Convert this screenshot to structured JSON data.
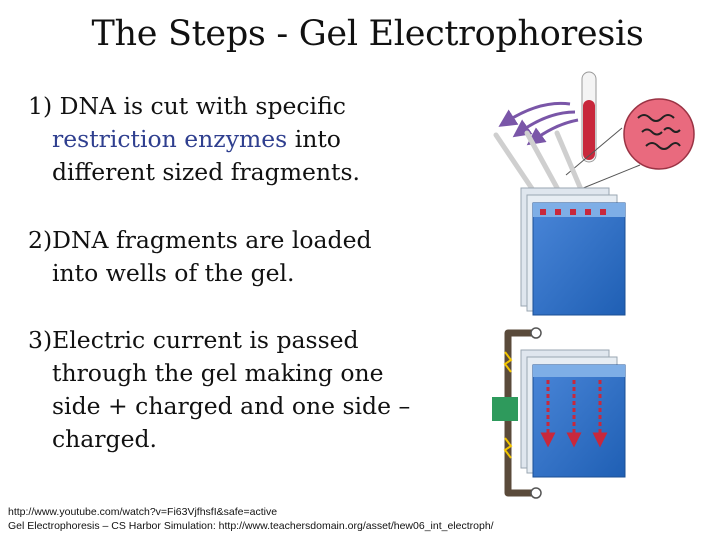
{
  "title": "The Steps - Gel Electrophoresis",
  "steps": [
    {
      "number": "1)",
      "line1": "DNA is cut with specific",
      "line2_highlight": "restriction enzymes",
      "line2_rest": " into",
      "line3": "different sized fragments."
    },
    {
      "number": "2)",
      "line1": "DNA fragments are loaded",
      "line2": "into wells of the gel."
    },
    {
      "number": "3)",
      "line1": "Electric current is passed",
      "line2": "through the gel making one",
      "line3": "side + charged and one side –",
      "line4": "charged."
    }
  ],
  "references": [
    "http://www.youtube.com/watch?v=Fi63VjfhsfI&safe=active",
    "Gel Electrophoresis – CS Harbor Simulation: http://www.teachersdomain.org/asset/hew06_int_electroph/"
  ],
  "colors": {
    "enzyme_text": "#2f3f8f",
    "gel_blue": "#2f6fc4",
    "dna_red": "#c8283c",
    "arrow_purple": "#7a56a8",
    "electrode_green": "#2e9a5c"
  },
  "icons": [
    "test-tube-icon",
    "dna-magnifier-icon",
    "pipette-icon",
    "gel-box-icon",
    "electrophoresis-apparatus-icon"
  ]
}
